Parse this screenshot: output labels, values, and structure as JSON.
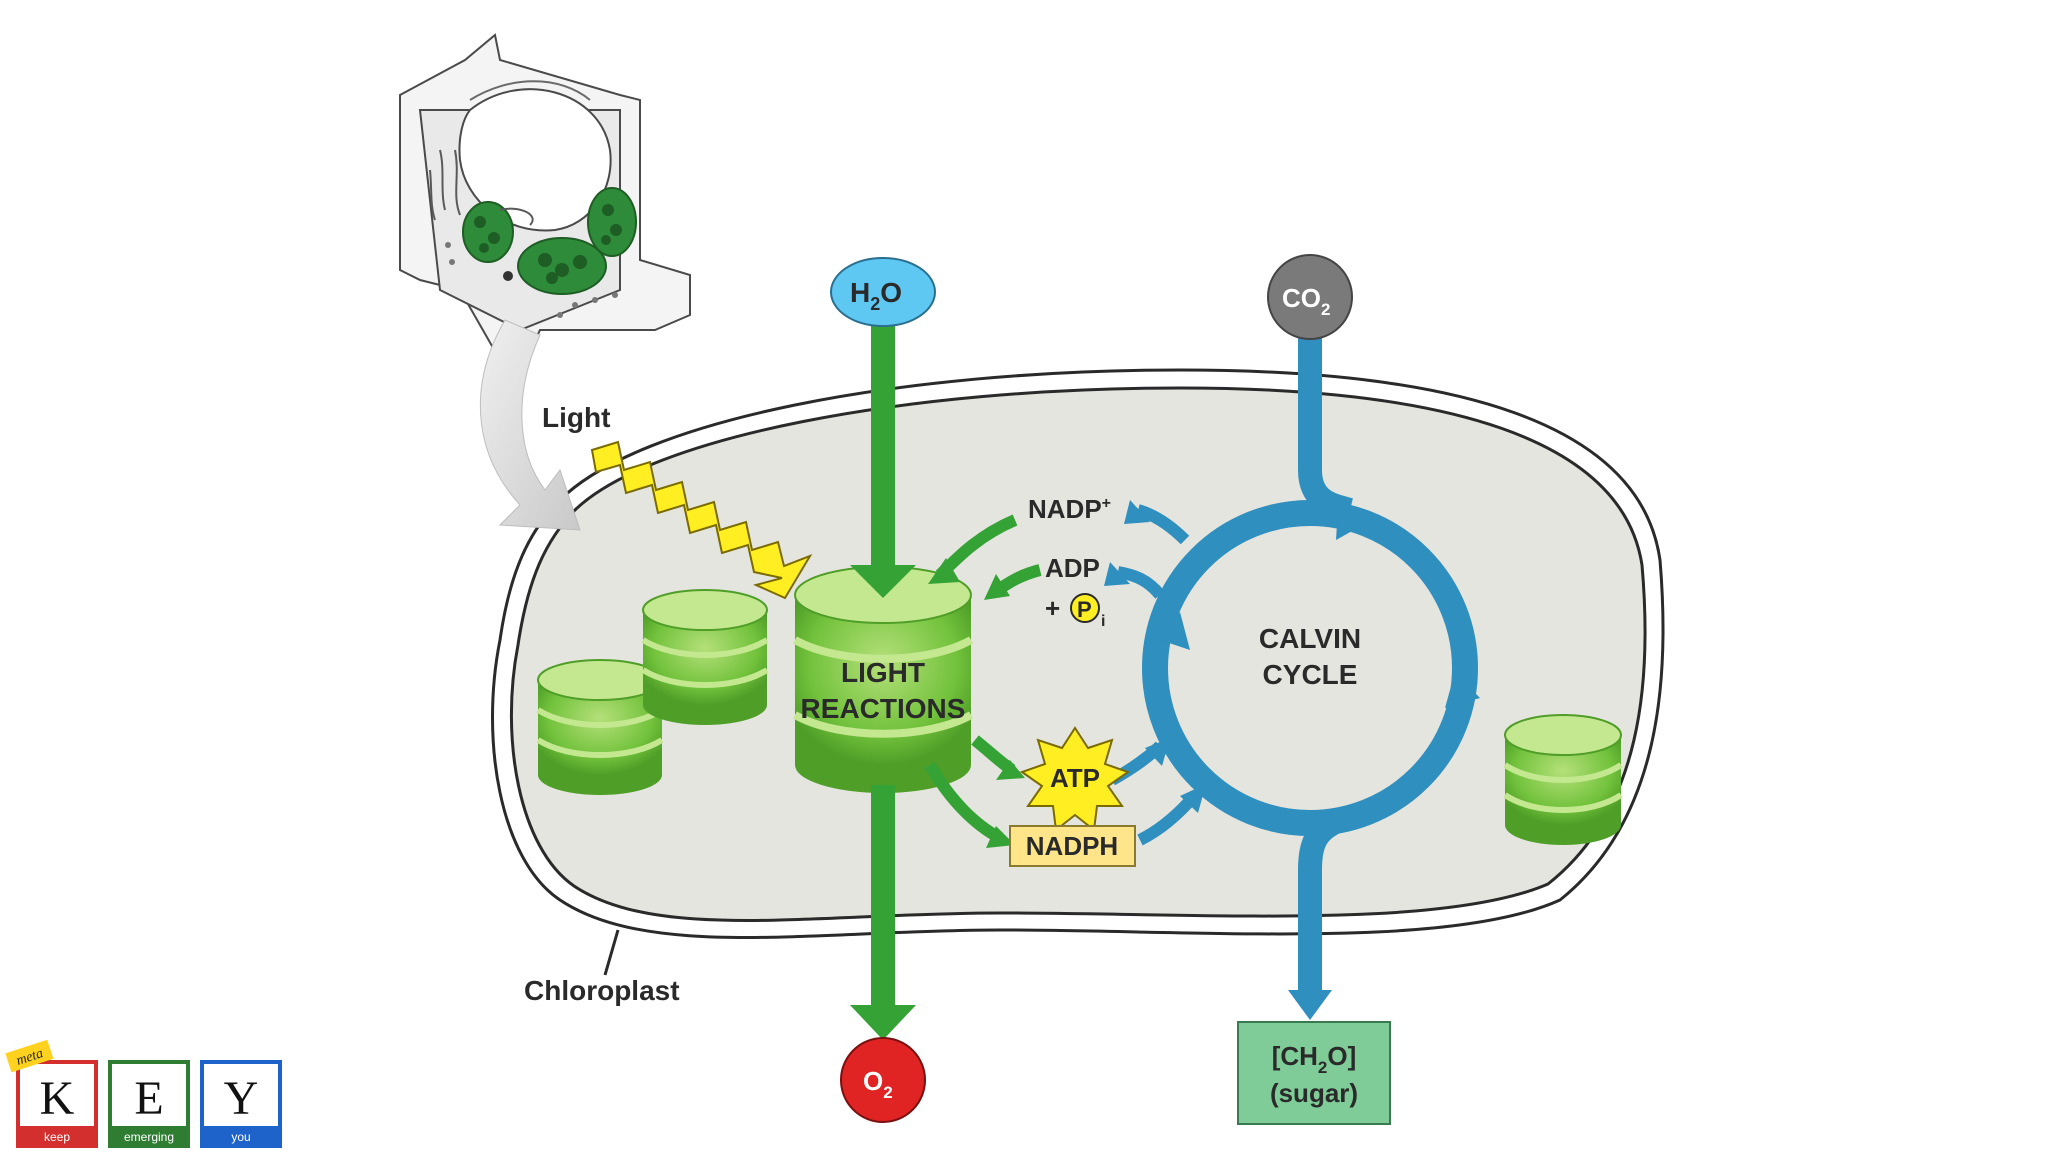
{
  "labels": {
    "light": "Light",
    "chloroplast": "Chloroplast",
    "water": "H",
    "water_sub": "2",
    "water_tail": "O",
    "carbon_dioxide": "CO",
    "carbon_dioxide_sub": "2",
    "oxygen": "O",
    "oxygen_sub": "2",
    "light_reactions_line1": "LIGHT",
    "light_reactions_line2": "REACTIONS",
    "calvin_line1": "CALVIN",
    "calvin_line2": "CYCLE",
    "nadp_plus": "NADP",
    "nadp_plus_sup": "+",
    "adp": "ADP",
    "plus": "+",
    "phosphate": "P",
    "phosphate_sub": "i",
    "atp": "ATP",
    "nadph": "NADPH",
    "sugar_line1_a": "[CH",
    "sugar_line1_sub": "2",
    "sugar_line1_b": "O]",
    "sugar_line2": "(sugar)"
  },
  "logo": {
    "tag": "meta",
    "letters": [
      "K",
      "E",
      "Y"
    ],
    "words": [
      "keep",
      "emerging",
      "you"
    ],
    "colors": [
      "#d32f2f",
      "#2e7d32",
      "#1e63c9"
    ]
  },
  "colors": {
    "green_arrow": "#34a234",
    "blue_arrow": "#2f8fbf",
    "water_fill": "#5ec8f2",
    "co2_fill": "#7a7a7a",
    "o2_fill": "#e02424",
    "atp_fill": "#ffee22",
    "nadph_fill": "#ffe58a",
    "sugar_fill": "#7fcc98",
    "chloroplast_fill": "#e5e5df",
    "thylakoid": "#72c23c"
  }
}
